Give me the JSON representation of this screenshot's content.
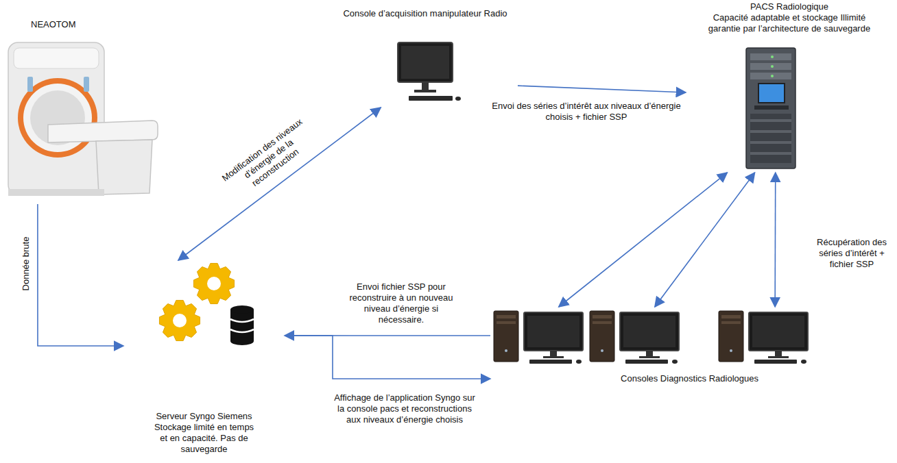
{
  "diagram": {
    "nodes": [
      {
        "text": [
          "NEAOTOM"
        ]
      },
      {
        "text": [
          "Console d’acquisition manipulateur Radio"
        ]
      },
      {
        "text": [
          "PACS Radiologique",
          "Capacité adaptable et stockage Illimité garantie par l’architecture de sauvegarde"
        ]
      },
      {
        "text": [
          "Serveur Syngo Siemens Stockage limité en temps et en capacité. Pas de sauvegarde"
        ]
      },
      {
        "text": [
          "Consoles Diagnostics Radiologues"
        ]
      }
    ],
    "edges": [
      {
        "from": 0,
        "to": 3,
        "label": "Donnée brute",
        "arrow": "to"
      },
      {
        "from": 1,
        "to": 3,
        "label": "Modification des niveaux d’énergie de la reconstruction",
        "arrow": "both"
      },
      {
        "from": 1,
        "to": 2,
        "label": "Envoi des séries d’intérêt aux niveaux d’énergie choisis + fichier SSP",
        "arrow": "to"
      },
      {
        "from": 2,
        "to": 4,
        "arrow": "both"
      },
      {
        "from": 2,
        "to": 4,
        "arrow": "both"
      },
      {
        "from": 2,
        "to": 4,
        "label": "Récupération des séries d’intérêt + fichier SSP",
        "arrow": "both"
      },
      {
        "from": 4,
        "to": 3,
        "label": "Envoi fichier SSP pour reconstruire à un nouveau niveau d’énergie si nécessaire.",
        "arrow": "to"
      },
      {
        "from": 3,
        "to": 4,
        "label": "Affichage de l’application Syngo sur la console pacs et reconstructions aux niveaux d’énergie choisis",
        "arrow": "to"
      }
    ]
  }
}
